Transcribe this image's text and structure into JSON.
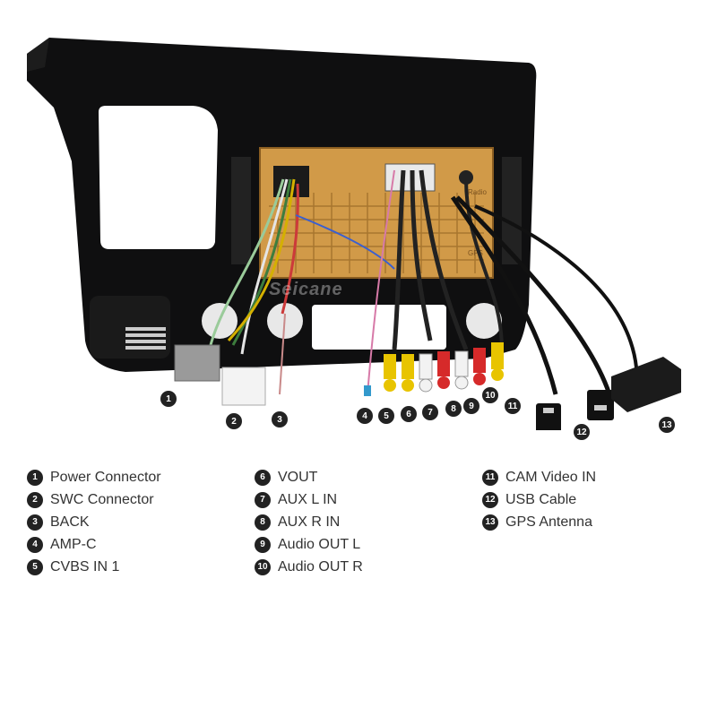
{
  "watermark": "Seicane",
  "unit_labels": [
    "Radio",
    "GPS"
  ],
  "markers": [
    "1",
    "2",
    "3",
    "4",
    "5",
    "6",
    "7",
    "8",
    "9",
    "10",
    "11",
    "12",
    "13"
  ],
  "legend": {
    "col1": [
      {
        "num": "1",
        "label": "Power Connector"
      },
      {
        "num": "2",
        "label": "SWC Connector"
      },
      {
        "num": "3",
        "label": "BACK"
      },
      {
        "num": "4",
        "label": "AMP-C"
      },
      {
        "num": "5",
        "label": "CVBS IN 1"
      }
    ],
    "col2": [
      {
        "num": "6",
        "label": "VOUT"
      },
      {
        "num": "7",
        "label": "AUX L IN"
      },
      {
        "num": "8",
        "label": "AUX R IN"
      },
      {
        "num": "9",
        "label": "Audio OUT L"
      },
      {
        "num": "10",
        "label": "Audio OUT R"
      }
    ],
    "col3": [
      {
        "num": "11",
        "label": "CAM Video IN"
      },
      {
        "num": "12",
        "label": "USB Cable"
      },
      {
        "num": "13",
        "label": "GPS Antenna"
      }
    ]
  }
}
